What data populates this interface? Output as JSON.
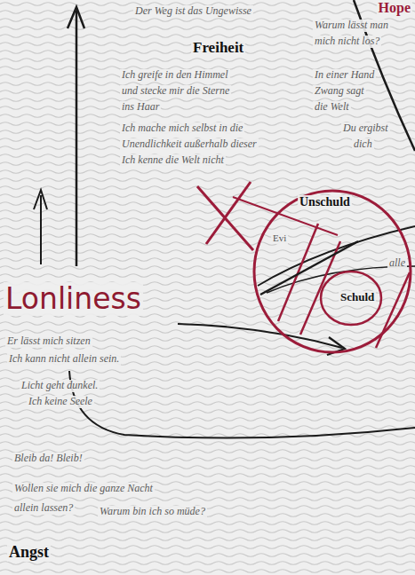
{
  "diagram": {
    "nodes": [
      {
        "text": [
          "Unschuld",
          "Evi",
          "Schuld"
        ]
      }
    ],
    "labels": [
      "Der Weg ist das Ungewisse",
      "Freiheit",
      "Ich greife in den Himmel",
      "und stecke mir die Sterne",
      "ins Haar",
      "Ich mache mich selbst in die",
      "Unendlichkeit außerhalb dieser",
      "Ich kenne die Welt nicht",
      "Hope",
      "Warum lässt man",
      "mich nicht los?",
      "In einer Hand",
      "Zwang sagt",
      "die Welt",
      "Du ergibst",
      "dich",
      "alle",
      "Lonliness",
      "Er lässt mich sitzen",
      "Ich kann nicht allein sein.",
      "Licht geht dunkel.",
      "Ich keine Seele",
      "Bleib da! Bleib!",
      "Wollen sie mich die ganze Nacht",
      "allein lassen?",
      "Warum bin ich so müde?",
      "Angst"
    ]
  }
}
